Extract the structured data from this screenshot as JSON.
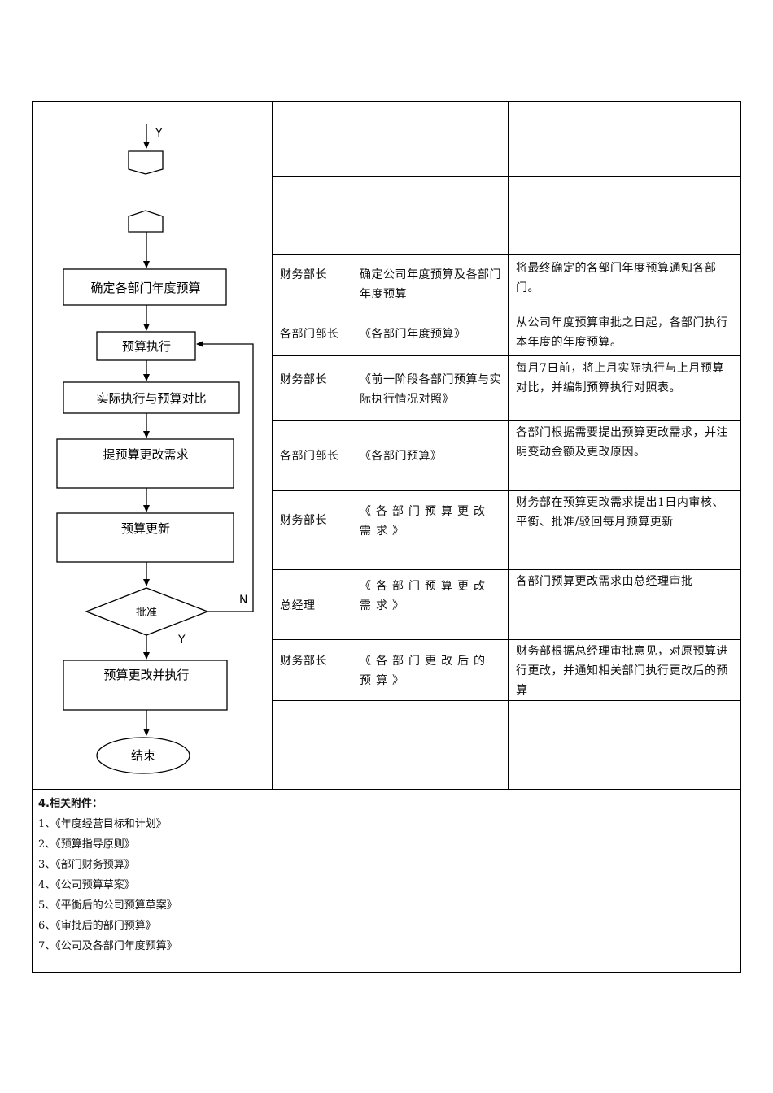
{
  "flowchart": {
    "top_y_label": "Y",
    "steps": [
      "确定各部门年度预算",
      "预算执行",
      "实际执行与预算对比",
      "提预算更改需求",
      "预算更新"
    ],
    "decision": "批准",
    "yes_label": "Y",
    "no_label": "N",
    "final_step": "预算更改并执行",
    "end": "结束"
  },
  "rows": [
    {
      "role": "",
      "doc": "",
      "desc": ""
    },
    {
      "role": "",
      "doc": "",
      "desc": ""
    },
    {
      "role": "财务部长",
      "doc": "确定公司年度预算及各部门年度预算",
      "desc": "将最终确定的各部门年度预算通知各部门。"
    },
    {
      "role": "各部门部长",
      "doc": "《各部门年度预算》",
      "desc": "从公司年度预算审批之日起，各部门执行本年度的年度预算。"
    },
    {
      "role": "财务部长",
      "doc": "《前一阶段各部门预算与实际执行情况对照》",
      "desc": "每月7日前，将上月实际执行与上月预算对比，并编制预算执行对照表。"
    },
    {
      "role": "各部门部长",
      "doc": "《各部门预算》",
      "desc": "各部门根据需要提出预算更改需求，并注明变动金额及更改原因。"
    },
    {
      "role": "财务部长",
      "doc": "《各部门预算更改需求》",
      "desc": "财务部在预算更改需求提出1日内审核、平衡、批准/驳回每月预算更新"
    },
    {
      "role": "总经理",
      "doc": "《各部门预算更改需求》",
      "desc": "各部门预算更改需求由总经理审批"
    },
    {
      "role": "财务部长",
      "doc": "《各部门更改后的预算》",
      "desc": "财务部根据总经理审批意见，对原预算进行更改，并通知相关部门执行更改后的预算"
    },
    {
      "role": "",
      "doc": "",
      "desc": ""
    }
  ],
  "attachments": {
    "title": "4.相关附件：",
    "items": [
      "1、《年度经营目标和计划》",
      "2、《预算指导原则》",
      "3、《部门财务预算》",
      "4、《公司预算草案》",
      "5、《平衡后的公司预算草案》",
      "6、《审批后的部门预算》",
      "7、《公司及各部门年度预算》"
    ]
  }
}
